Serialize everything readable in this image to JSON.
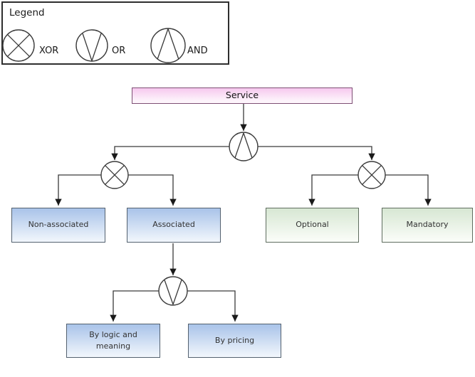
{
  "legend": {
    "title": "Legend",
    "items": [
      {
        "symbol": "xor-gate-icon",
        "label": "XOR"
      },
      {
        "symbol": "or-gate-icon",
        "label": "OR"
      },
      {
        "symbol": "and-gate-icon",
        "label": "AND"
      }
    ]
  },
  "diagram": {
    "root": {
      "label": "Service",
      "color": "pink"
    },
    "gates": [
      {
        "type": "AND",
        "parent": "Service"
      },
      {
        "type": "XOR",
        "children_side": "left"
      },
      {
        "type": "XOR",
        "children_side": "right"
      },
      {
        "type": "OR",
        "parent": "Associated"
      }
    ],
    "nodes": [
      {
        "label": "Non-associated",
        "color": "blue"
      },
      {
        "label": "Associated",
        "color": "blue"
      },
      {
        "label": "Optional",
        "color": "green"
      },
      {
        "label": "Mandatory",
        "color": "green"
      },
      {
        "label": "By logic and meaning",
        "color": "blue"
      },
      {
        "label": "By pricing",
        "color": "blue"
      }
    ]
  },
  "colors": {
    "pink-top": "#f6c9ee",
    "pink-bottom": "#fdf4fb",
    "pink-border": "#7e4f75",
    "blue-top": "#a9c3e9",
    "blue-bottom": "#f2f7fc",
    "blue-border": "#54616f",
    "green-top": "#d7e7d3",
    "green-bottom": "#fbfdf9",
    "green-border": "#5f6d5f",
    "line": "#3a3a3a",
    "arrow": "#1a1a1a",
    "legend-border": "#2e2e2e",
    "text": "#333333"
  }
}
